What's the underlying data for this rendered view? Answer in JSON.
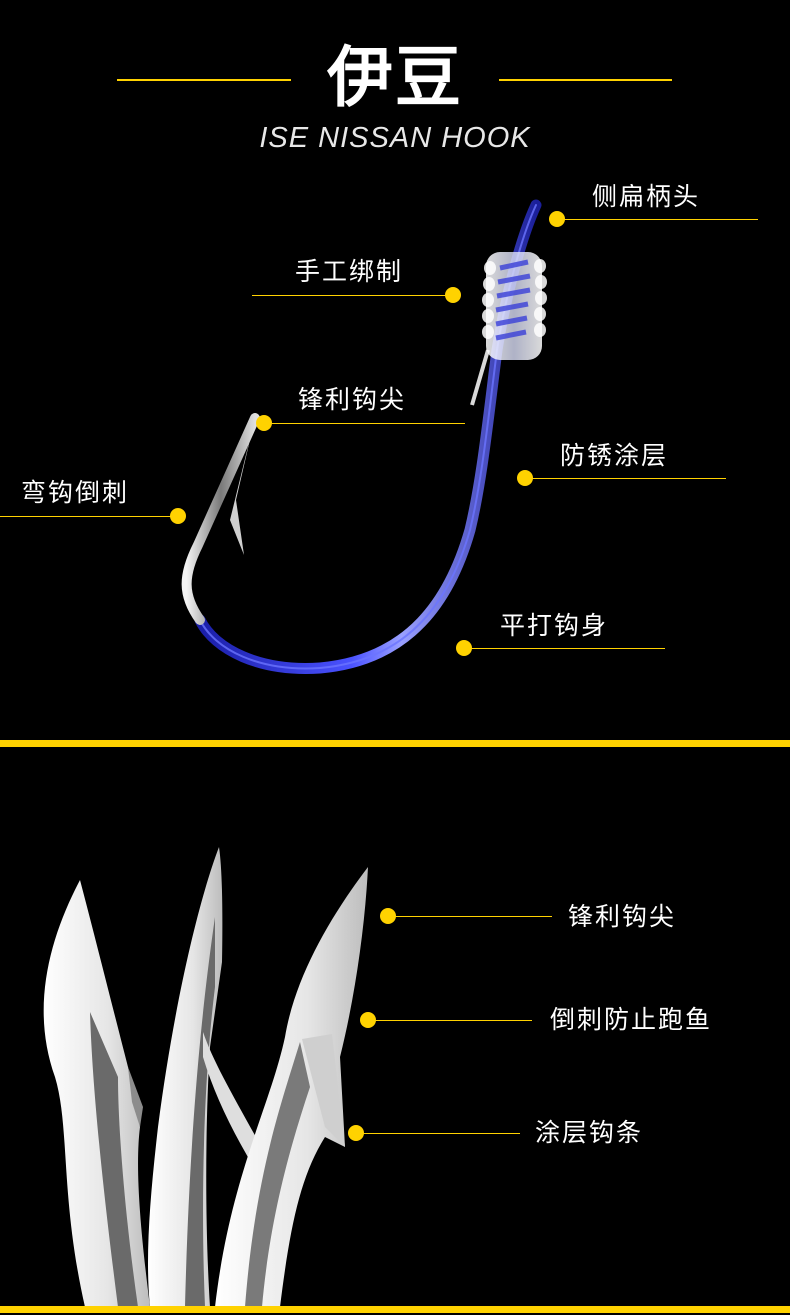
{
  "header": {
    "title": "伊豆",
    "subtitle": "ISE NISSAN HOOK"
  },
  "colors": {
    "background": "#000000",
    "accent_yellow": "#FFD200",
    "hook_blue": "#2a2fd8",
    "text": "#FFFFFF"
  },
  "top_section": {
    "callouts": [
      {
        "id": "flat-shank-head",
        "label": "侧扁柄头"
      },
      {
        "id": "hand-tied",
        "label": "手工绑制"
      },
      {
        "id": "sharp-point",
        "label": "锋利钩尖"
      },
      {
        "id": "barb",
        "label": "弯钩倒刺"
      },
      {
        "id": "anti-rust-coating",
        "label": "防锈涂层"
      },
      {
        "id": "forged-body",
        "label": "平打钩身"
      }
    ]
  },
  "bottom_section": {
    "callouts": [
      {
        "id": "sharp-point",
        "label": "锋利钩尖"
      },
      {
        "id": "barb-prevents-escape",
        "label": "倒刺防止跑鱼"
      },
      {
        "id": "coated-wire",
        "label": "涂层钩条"
      }
    ]
  }
}
